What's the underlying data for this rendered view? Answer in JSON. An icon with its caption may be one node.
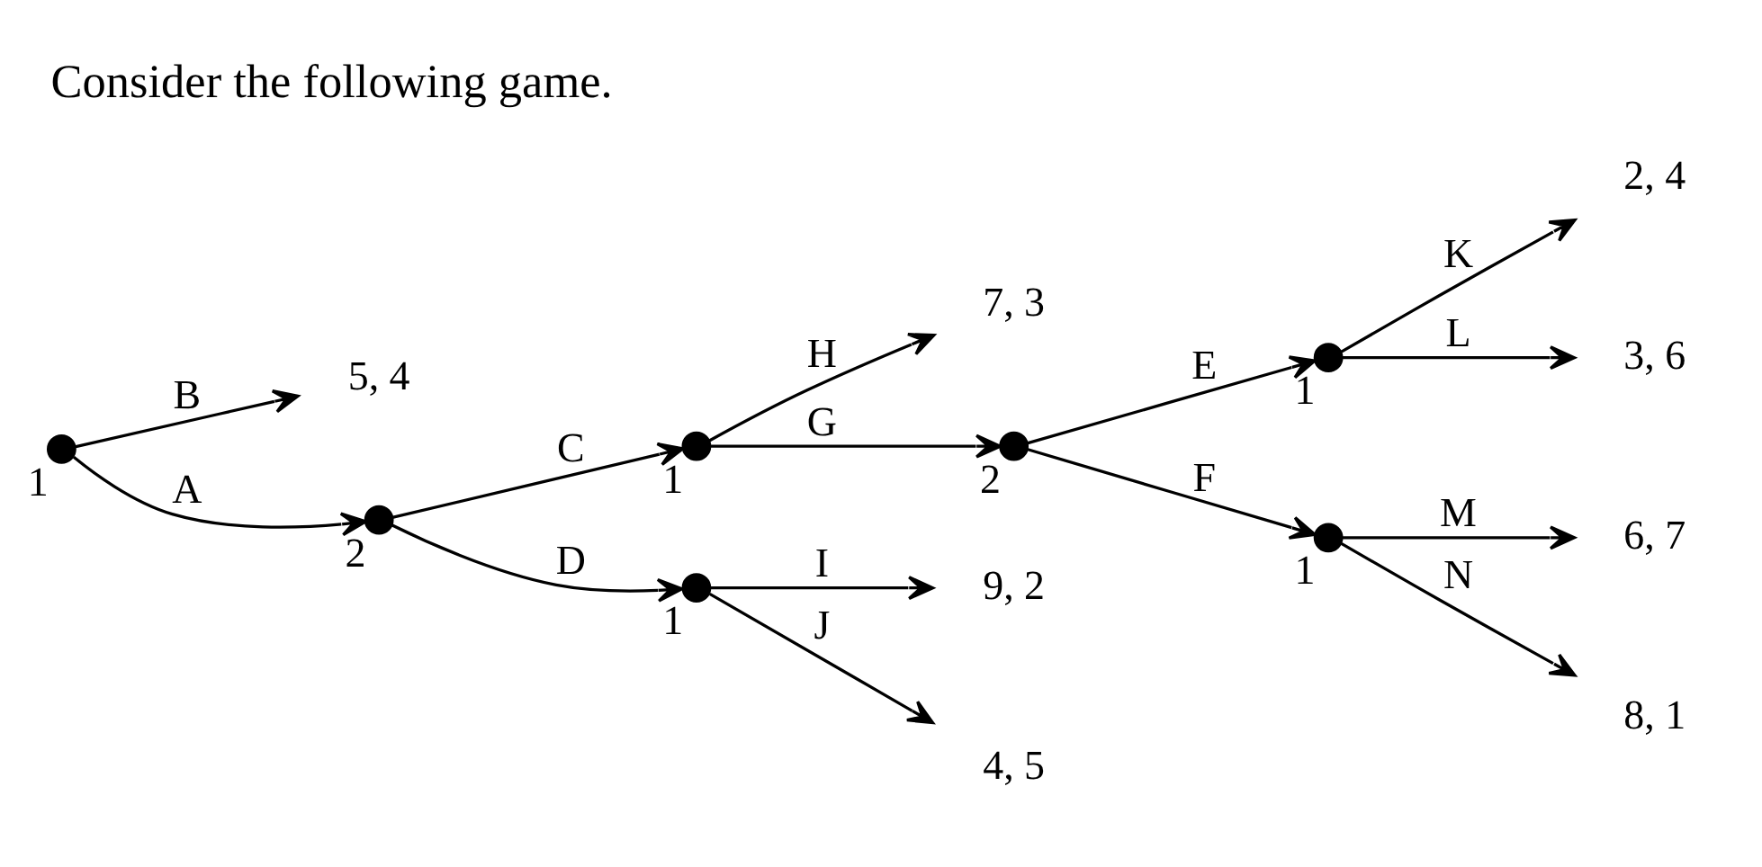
{
  "diagram": {
    "title": "Consider the following game.",
    "nodes": [
      {
        "text": [],
        "shape": "circle",
        "beside": [
          "1"
        ]
      },
      {
        "text": [
          "5, 4"
        ]
      },
      {
        "text": [],
        "shape": "circle",
        "beside": [
          "2"
        ]
      },
      {
        "text": [],
        "shape": "circle",
        "beside": [
          "1"
        ]
      },
      {
        "text": [
          "7, 3"
        ]
      },
      {
        "text": [],
        "shape": "circle",
        "beside": [
          "1"
        ]
      },
      {
        "text": [
          "9, 2"
        ]
      },
      {
        "text": [
          "4, 5"
        ]
      },
      {
        "text": [],
        "shape": "circle",
        "beside": [
          "2"
        ]
      },
      {
        "text": [],
        "shape": "circle",
        "beside": [
          "1"
        ]
      },
      {
        "text": [
          "2, 4"
        ]
      },
      {
        "text": [
          "3, 6"
        ]
      },
      {
        "text": [],
        "shape": "circle",
        "beside": [
          "1"
        ]
      },
      {
        "text": [
          "6, 7"
        ]
      },
      {
        "text": [
          "8, 1"
        ]
      }
    ],
    "edges": [
      {
        "from": 0,
        "to": 2,
        "arrow": "to",
        "label": "A"
      },
      {
        "from": 0,
        "to": 1,
        "arrow": "to",
        "label": "B"
      },
      {
        "from": 2,
        "to": 3,
        "arrow": "to",
        "label": "C"
      },
      {
        "from": 2,
        "to": 5,
        "arrow": "to",
        "label": "D"
      },
      {
        "from": 3,
        "to": 8,
        "arrow": "to",
        "label": "G"
      },
      {
        "from": 3,
        "to": 4,
        "arrow": "to",
        "label": "H"
      },
      {
        "from": 5,
        "to": 6,
        "arrow": "to",
        "label": "I"
      },
      {
        "from": 5,
        "to": 7,
        "arrow": "to",
        "label": "J"
      },
      {
        "from": 8,
        "to": 9,
        "arrow": "to",
        "label": "E"
      },
      {
        "from": 8,
        "to": 12,
        "arrow": "to",
        "label": "F"
      },
      {
        "from": 9,
        "to": 10,
        "arrow": "to",
        "label": "K"
      },
      {
        "from": 9,
        "to": 11,
        "arrow": "to",
        "label": "L"
      },
      {
        "from": 12,
        "to": 13,
        "arrow": "to",
        "label": "M"
      },
      {
        "from": 12,
        "to": 14,
        "arrow": "to",
        "label": "N"
      }
    ]
  }
}
